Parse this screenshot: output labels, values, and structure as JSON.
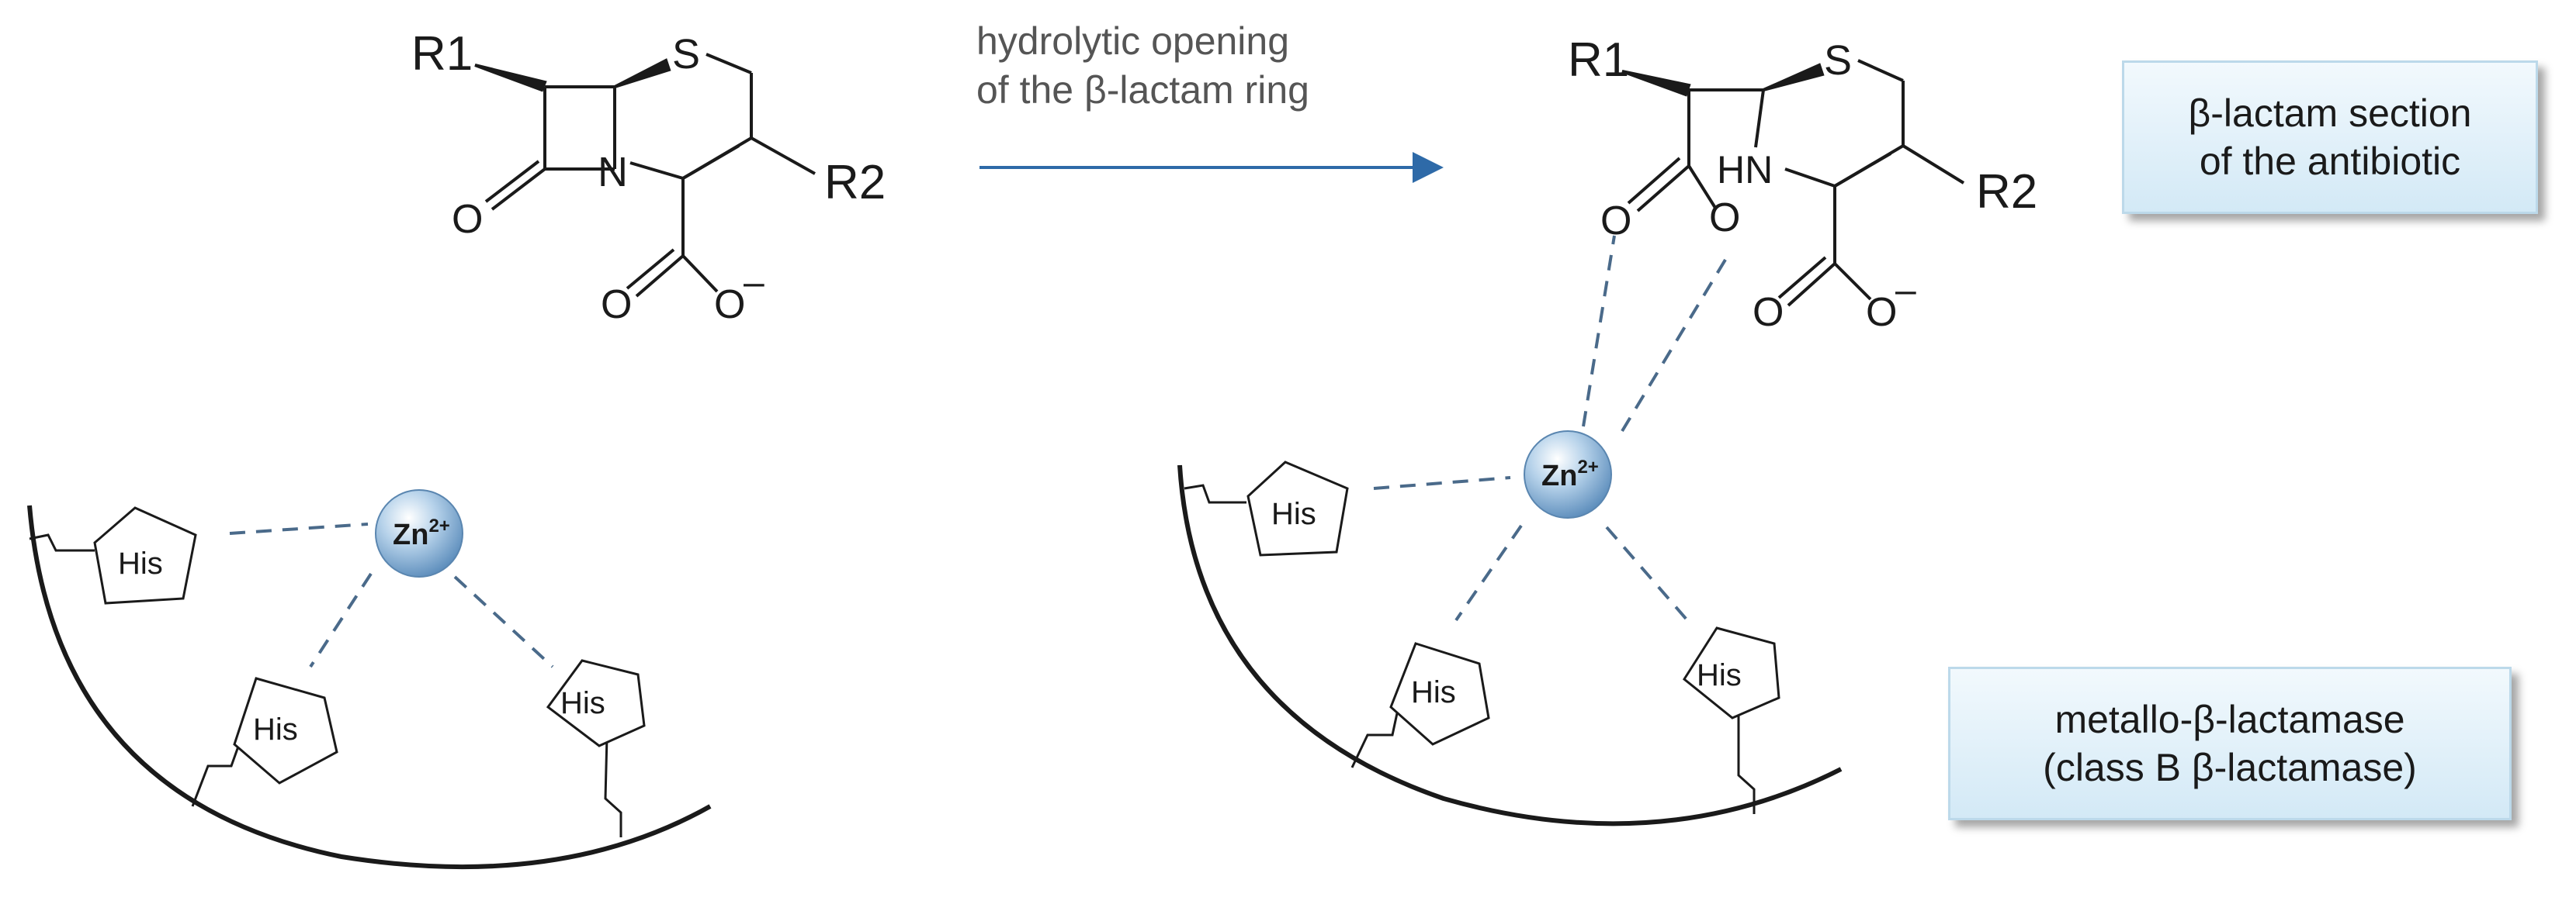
{
  "arrow": {
    "line1": "hydrolytic opening",
    "line2": "of the β-lactam ring"
  },
  "boxes": {
    "lactam_line1": "β-lactam section",
    "lactam_line2": "of the antibiotic",
    "enzyme_line1": "metallo-β-lactamase",
    "enzyme_line2": "(class B β-lactamase)"
  },
  "atoms": {
    "r1": "R1",
    "r2": "R2",
    "sulfur": "S",
    "nitrogen": "N",
    "amine": "HN",
    "oxygen": "O",
    "carboxylate_o": "O",
    "charge": "–"
  },
  "enzyme": {
    "residue": "His",
    "zinc": "Zn",
    "zinc_charge": "2+"
  },
  "colors": {
    "arrow": "#2e6aa8",
    "dash": "#4a6a8a",
    "box_border": "#bcd9ea"
  }
}
